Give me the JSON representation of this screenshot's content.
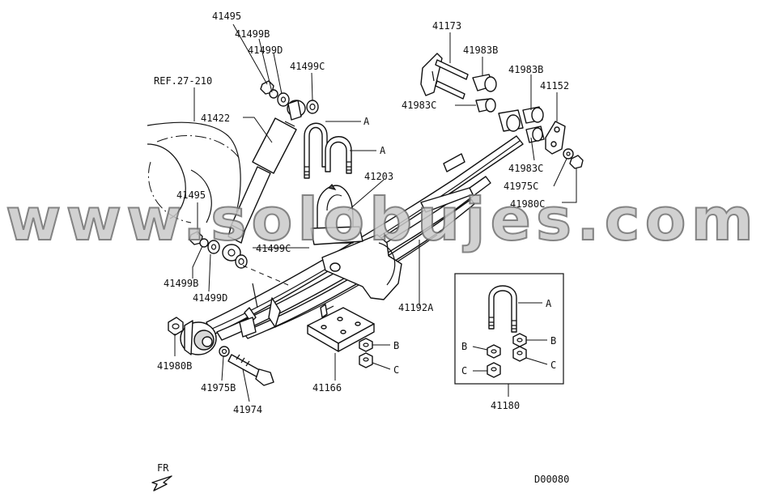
{
  "labels": {
    "l41495_top": "41495",
    "l41499B_top": "41499B",
    "l41499D_top": "41499D",
    "l41499C_top": "41499C",
    "ref": "REF.27-210",
    "l41422": "41422",
    "A1": "A",
    "A2": "A",
    "l41203": "41203",
    "l41173": "41173",
    "l41983B_1": "41983B",
    "l41983B_2": "41983B",
    "l41152": "41152",
    "l41983C_1": "41983C",
    "l41983C_2": "41983C",
    "l41975C": "41975C",
    "l41980C": "41980C",
    "l41495_bot": "41495",
    "l41499C_bot": "41499C",
    "l41499B_bot": "41499B",
    "l41499D_bot": "41499D",
    "l41192A": "41192A",
    "B_mid": "B",
    "C_mid": "C",
    "l41980B": "41980B",
    "l41975B": "41975B",
    "l41974": "41974",
    "l41166": "41166",
    "box_A": "A",
    "box_B_left": "B",
    "box_B_right": "B",
    "box_C_left": "C",
    "box_C_right": "C",
    "l41180": "41180",
    "fr": "FR",
    "diagram_code": "D00080"
  },
  "watermark": "www.solobujes.com"
}
